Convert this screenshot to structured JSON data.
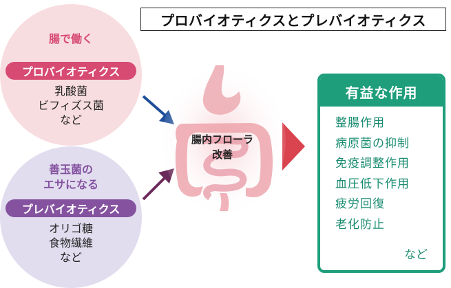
{
  "title": "プロバイオティクスとプレバイオティクス",
  "probiotics": {
    "heading": "腸で働く",
    "pill": "プロバイオティクス",
    "items": [
      "乳酸菌",
      "ビフィズス菌",
      "など"
    ]
  },
  "prebiotics": {
    "heading_line1": "善玉菌の",
    "heading_line2": "エサになる",
    "pill": "プレバイオティクス",
    "items": [
      "オリゴ糖",
      "食物繊維",
      "など"
    ]
  },
  "center": {
    "line1": "腸内フローラ",
    "line2": "改善"
  },
  "benefits": {
    "heading": "有益な作用",
    "items": [
      "整腸作用",
      "病原菌の抑制",
      "免疫調整作用",
      "血圧低下作用",
      "疲労回復",
      "老化防止"
    ],
    "etc": "など"
  },
  "colors": {
    "probiotics_accent": "#d74a72",
    "probiotics_bg": "#f8dde0",
    "prebiotics_accent": "#8552a0",
    "prebiotics_bg": "#e1ddef",
    "arrow_blue": "#1f4f9a",
    "arrow_purple": "#6a2a5a",
    "red_arrow": "#d9444f",
    "benefit_green": "#1f9e7b"
  }
}
